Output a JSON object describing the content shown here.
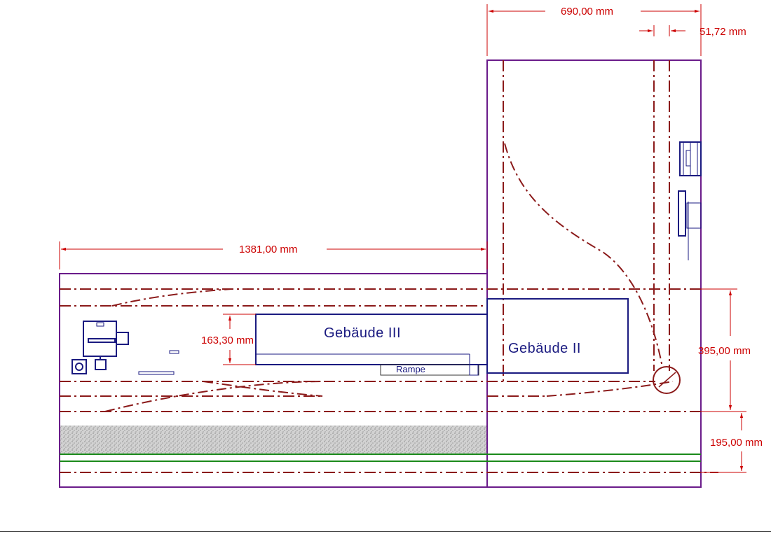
{
  "dimensions": {
    "width_top": "690,00 mm",
    "width_small": "51,72 mm",
    "width_left": "1381,00 mm",
    "height_inner": "163,30 mm",
    "height_right": "395,00 mm",
    "height_bottom": "195,00 mm"
  },
  "buildings": {
    "building_iii": "Gebäude III",
    "building_ii": "Gebäude II",
    "ramp": "Rampe"
  },
  "colors": {
    "wall": "#6a1b8a",
    "track": "#8b1a1a",
    "dimension": "#cc0000",
    "building": "#1a1a80",
    "rail": "#1a8a1a",
    "gravel": "#c8c8c8"
  }
}
